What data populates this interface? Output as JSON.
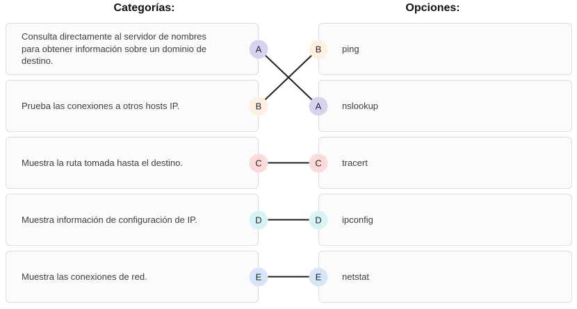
{
  "titles": {
    "left": "Categorías:",
    "right": "Opciones:"
  },
  "categories": [
    {
      "letter": "A",
      "text": "Consulta directamente al servidor de nombres para obtener información sobre un dominio de destino.",
      "color": "#d9d2ee"
    },
    {
      "letter": "B",
      "text": "Prueba las conexiones a otros hosts IP.",
      "color": "#fdf0de"
    },
    {
      "letter": "C",
      "text": "Muestra la ruta tomada hasta el destino.",
      "color": "#fbdad7"
    },
    {
      "letter": "D",
      "text": "Muestra información de configuración de IP.",
      "color": "#d8f3f5"
    },
    {
      "letter": "E",
      "text": "Muestra las conexiones de red.",
      "color": "#d6e6f8"
    }
  ],
  "options": [
    {
      "letter": "B",
      "text": "ping",
      "color": "#fdf0de"
    },
    {
      "letter": "A",
      "text": "nslookup",
      "color": "#d9d2ee"
    },
    {
      "letter": "C",
      "text": "tracert",
      "color": "#fbdad7"
    },
    {
      "letter": "D",
      "text": "ipconfig",
      "color": "#d8f3f5"
    },
    {
      "letter": "E",
      "text": "netstat",
      "color": "#d6e6f8"
    }
  ],
  "connections": [
    {
      "letter": "A",
      "category_index": 0,
      "option_index": 1
    },
    {
      "letter": "B",
      "category_index": 1,
      "option_index": 0
    },
    {
      "letter": "C",
      "category_index": 2,
      "option_index": 2
    },
    {
      "letter": "D",
      "category_index": 3,
      "option_index": 3
    },
    {
      "letter": "E",
      "category_index": 4,
      "option_index": 4
    }
  ],
  "line_color": "#1c1c1c"
}
